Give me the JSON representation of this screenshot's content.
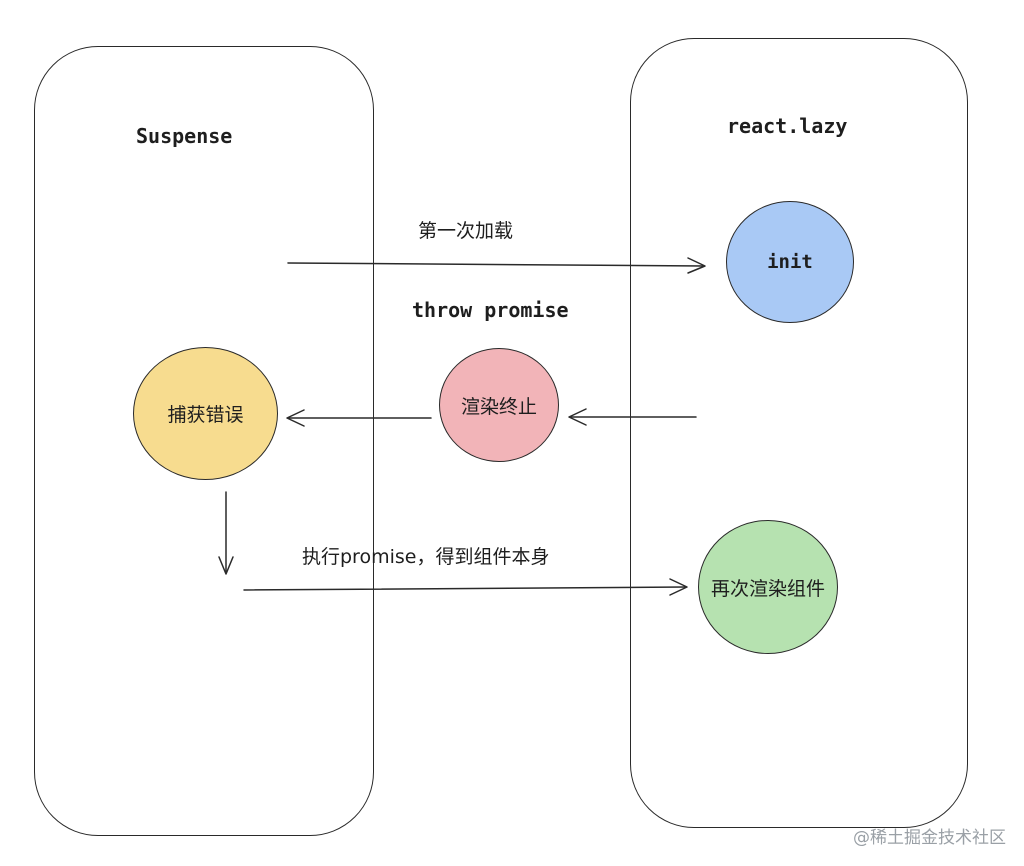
{
  "diagram": {
    "lanes": {
      "suspense": {
        "title": "Suspense"
      },
      "lazy": {
        "title": "react.lazy"
      }
    },
    "nodes": {
      "init": {
        "label": "init",
        "color": "#a9c9f5"
      },
      "catch": {
        "label": "捕获错误",
        "color": "#f7dc8f"
      },
      "abort": {
        "label": "渲染终止",
        "color": "#f2b4b8"
      },
      "rerender": {
        "label": "再次渲染组件",
        "color": "#b6e2b0"
      }
    },
    "edges": {
      "first_load": "第一次加载",
      "throw_promise": "throw promise",
      "execute_promise": "执行promise，得到组件本身"
    },
    "stroke_color": "#2a2a2a"
  },
  "watermark": "@稀土掘金技术社区"
}
